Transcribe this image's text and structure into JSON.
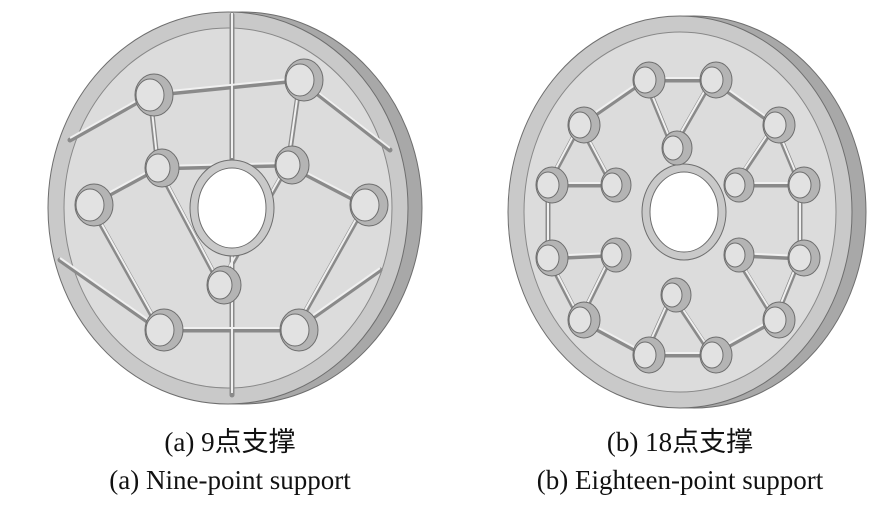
{
  "panels": [
    {
      "id": "a",
      "caption_cn": "(a) 9点支撑",
      "caption_en": "(a) Nine-point support",
      "support_points": 9
    },
    {
      "id": "b",
      "caption_cn": "(b) 18点支撑",
      "caption_en": "(b) Eighteen-point support",
      "support_points": 18
    }
  ],
  "colors": {
    "face": "#c9c9c9",
    "rim": "#a8a8a8",
    "pocket": "#dcdcdc",
    "edge": "#6e6e6e",
    "hole": "#ffffff"
  }
}
